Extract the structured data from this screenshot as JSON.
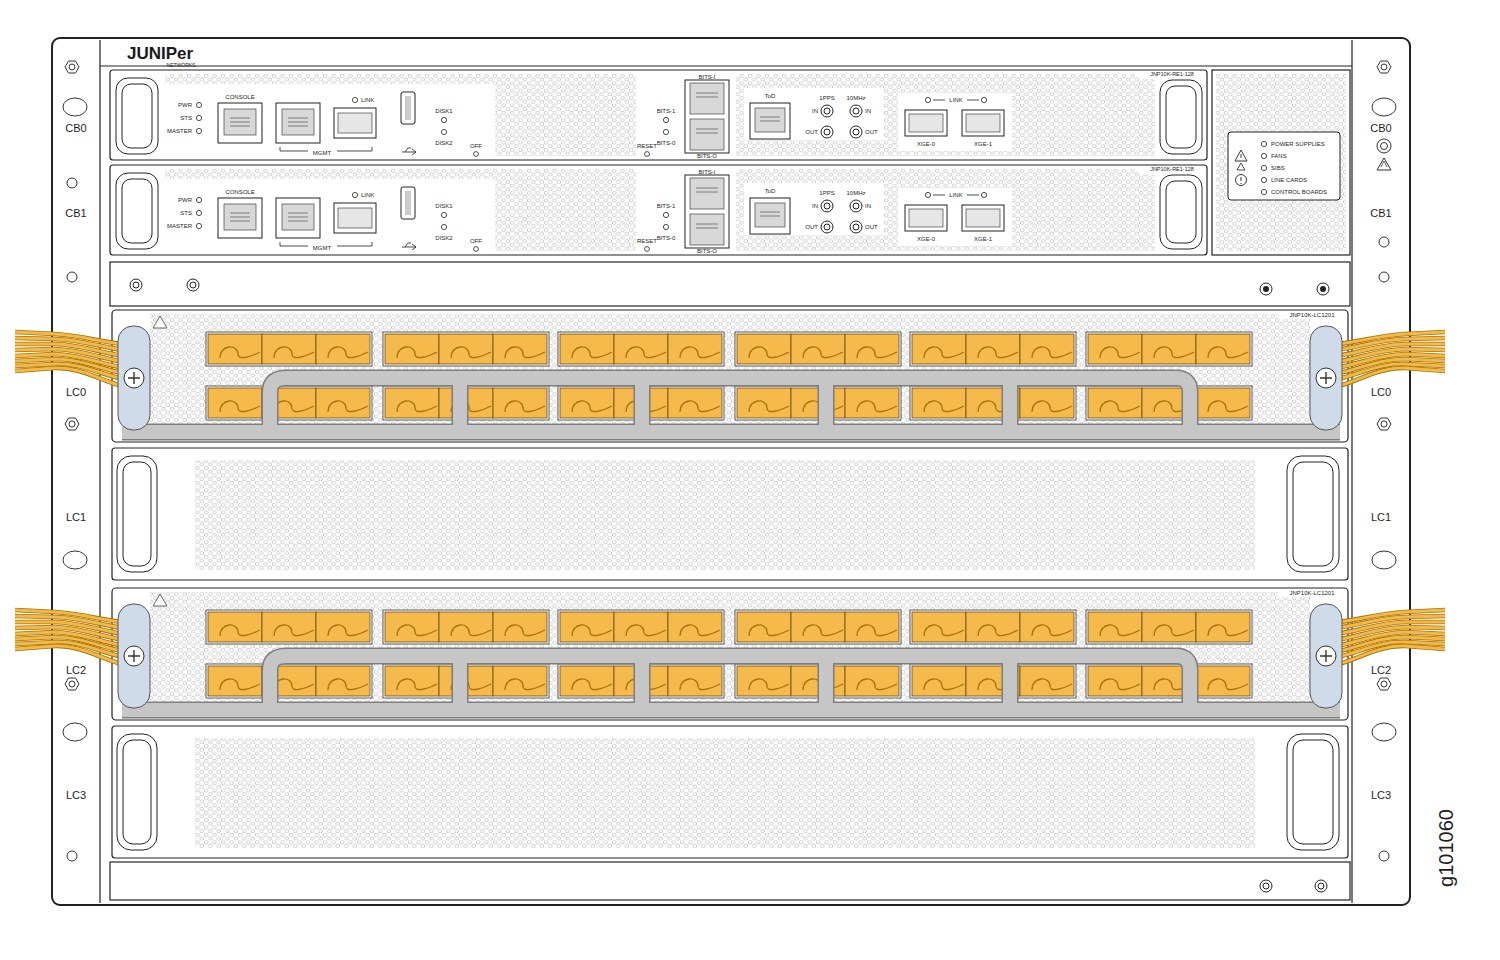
{
  "diagram": {
    "labels": [
      "JUNIPer",
      "NETWORKS",
      "PWR",
      "STS",
      "MASTER",
      "CONSOLE",
      "LINK",
      "MGMT",
      "DISK1",
      "DISK2",
      "OFF",
      "BITS-1",
      "BITS-0",
      "RESET",
      "BITS-I",
      "BITS-O",
      "ToD",
      "1PPS",
      "10MHz",
      "IN",
      "OUT",
      "IN",
      "OUT",
      "LINK",
      "XGE-0",
      "XGE-1",
      "JNP10K-RE1-128",
      "PWR",
      "STS",
      "MASTER",
      "CONSOLE",
      "LINK",
      "MGMT",
      "DISK1",
      "DISK2",
      "OFF",
      "BITS-1",
      "BITS-0",
      "RESET",
      "BITS-I",
      "BITS-O",
      "ToD",
      "1PPS",
      "10MHz",
      "IN",
      "OUT",
      "IN",
      "OUT",
      "LINK",
      "XGE-0",
      "XGE-1",
      "JNP10K-RE1-128",
      "POWER SUPPLIES",
      "FANS",
      "SIBS",
      "LINE CARDS",
      "CONTROL BOARDS",
      "CB0",
      "CB1",
      "LC0",
      "LC1",
      "LC2",
      "LC3",
      "CB0",
      "CB1",
      "LC0",
      "LC1",
      "LC2",
      "LC3",
      "JNP10K-LC1201",
      "JNP10K-LC1201",
      "g101060"
    ]
  }
}
